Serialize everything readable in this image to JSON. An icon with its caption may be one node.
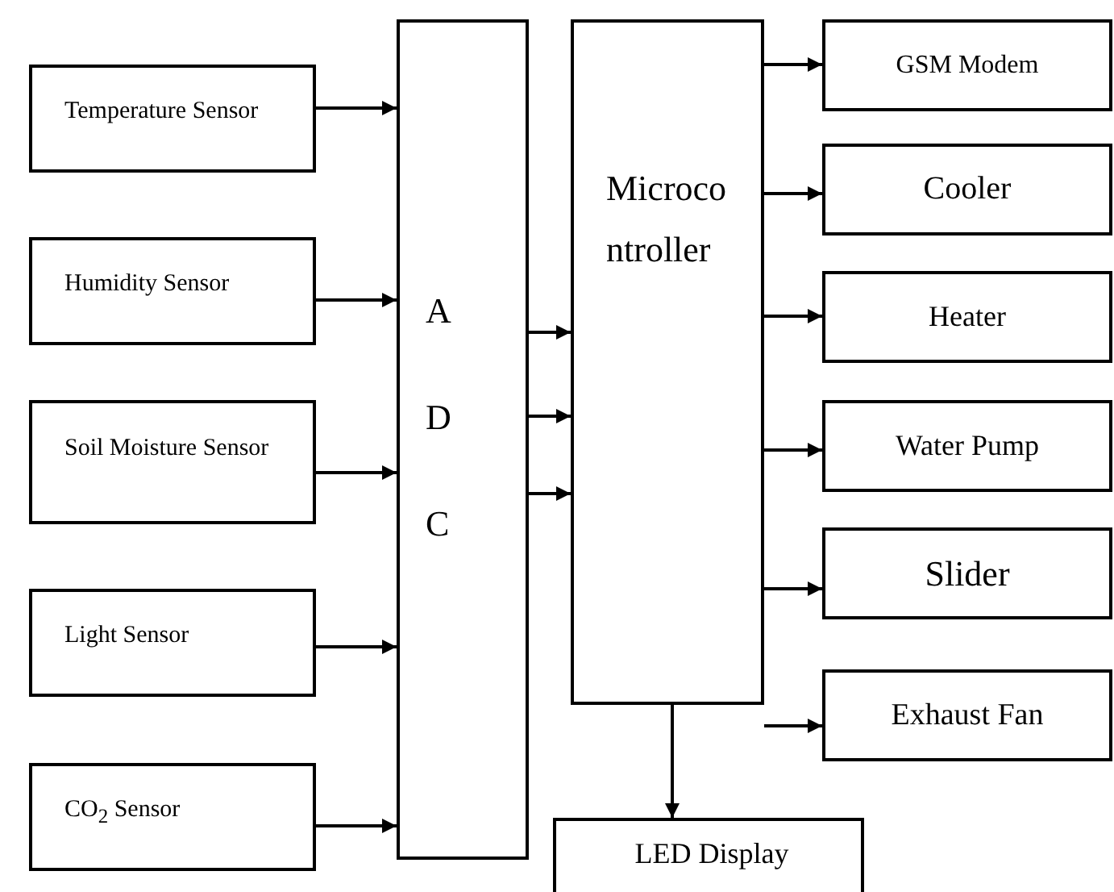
{
  "diagram": {
    "nodes": [
      {
        "text": [
          "Temperature Sensor"
        ]
      },
      {
        "text": [
          "Humidity Sensor"
        ]
      },
      {
        "text": [
          "Soil Moisture Sensor"
        ]
      },
      {
        "text": [
          "Light Sensor"
        ]
      },
      {
        "text": [
          "CO$_{2}$ Sensor"
        ]
      },
      {
        "text": [
          "A D C"
        ]
      },
      {
        "text": [
          "Microcontroller"
        ]
      },
      {
        "text": [
          "GSM Modem"
        ]
      },
      {
        "text": [
          "Cooler"
        ]
      },
      {
        "text": [
          "Heater"
        ]
      },
      {
        "text": [
          "Water Pump"
        ]
      },
      {
        "text": [
          "Slider"
        ]
      },
      {
        "text": [
          "Exhaust Fan"
        ]
      },
      {
        "text": [
          "LED Display"
        ]
      }
    ],
    "edges": [
      {
        "from": 0,
        "to": 5,
        "arrow": "to"
      },
      {
        "from": 1,
        "to": 5,
        "arrow": "to"
      },
      {
        "from": 2,
        "to": 5,
        "arrow": "to"
      },
      {
        "from": 3,
        "to": 5,
        "arrow": "to"
      },
      {
        "from": 4,
        "to": 5,
        "arrow": "to"
      },
      {
        "from": 5,
        "to": 6,
        "arrow": "to"
      },
      {
        "from": 5,
        "to": 6,
        "arrow": "to"
      },
      {
        "from": 5,
        "to": 6,
        "arrow": "to"
      },
      {
        "from": 6,
        "to": 7,
        "arrow": "to"
      },
      {
        "from": 6,
        "to": 8,
        "arrow": "to"
      },
      {
        "from": 6,
        "to": 9,
        "arrow": "to"
      },
      {
        "from": 6,
        "to": 10,
        "arrow": "to"
      },
      {
        "from": 6,
        "to": 11,
        "arrow": "to"
      },
      {
        "from": 6,
        "to": 12,
        "arrow": "to"
      },
      {
        "from": 6,
        "to": 13,
        "arrow": "to"
      }
    ]
  }
}
